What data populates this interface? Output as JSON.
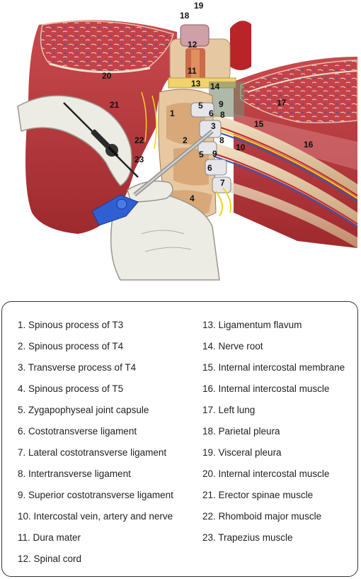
{
  "illustration": {
    "labels": [
      {
        "id": "n1",
        "text": "1"
      },
      {
        "id": "n2",
        "text": "2"
      },
      {
        "id": "n3",
        "text": "3"
      },
      {
        "id": "n4",
        "text": "4"
      },
      {
        "id": "n5a",
        "text": "5"
      },
      {
        "id": "n5b",
        "text": "5"
      },
      {
        "id": "n6a",
        "text": "6"
      },
      {
        "id": "n6b",
        "text": "6"
      },
      {
        "id": "n7",
        "text": "7"
      },
      {
        "id": "n8a",
        "text": "8"
      },
      {
        "id": "n8b",
        "text": "8"
      },
      {
        "id": "n9a",
        "text": "9"
      },
      {
        "id": "n9b",
        "text": "9"
      },
      {
        "id": "n10",
        "text": "10"
      },
      {
        "id": "n11",
        "text": "11"
      },
      {
        "id": "n12",
        "text": "12"
      },
      {
        "id": "n13",
        "text": "13"
      },
      {
        "id": "n14",
        "text": "14"
      },
      {
        "id": "n15",
        "text": "15"
      },
      {
        "id": "n16",
        "text": "16"
      },
      {
        "id": "n17",
        "text": "17"
      },
      {
        "id": "n18",
        "text": "18"
      },
      {
        "id": "n19",
        "text": "19"
      },
      {
        "id": "n20",
        "text": "20"
      },
      {
        "id": "n21",
        "text": "21"
      },
      {
        "id": "n22",
        "text": "22"
      },
      {
        "id": "n23",
        "text": "23"
      }
    ],
    "colors": {
      "muscle": "#b8383a",
      "muscle_dark": "#8e2326",
      "bone": "#e6c9a3",
      "nerve": "#f2d21a",
      "artery": "#c8262c",
      "vein": "#3a55b4",
      "glove": "#ecebe4",
      "lung": "#d77b7f"
    }
  },
  "legend": {
    "left": [
      "1. Spinous process of T3",
      "2. Spinous process of T4",
      "3. Transverse process of T4",
      "4. Spinous process of T5",
      "5. Zygapophyseal joint capsule",
      "6. Costotransverse ligament",
      "7. Lateral costotransverse ligament",
      "8. Intertransverse ligament",
      "9. Superior costotransverse ligament",
      "10. Intercostal vein, artery and nerve",
      "11. Dura mater",
      "12. Spinal cord"
    ],
    "right": [
      "13. Ligamentum flavum",
      "14. Nerve root",
      "15. Internal intercostal membrane",
      "16. Internal intercostal muscle",
      "17. Left lung",
      "18. Parietal pleura",
      "19. Visceral pleura",
      "20. Internal intercostal muscle",
      "21. Erector spinae muscle",
      "22. Rhomboid major muscle",
      "23. Trapezius muscle"
    ]
  }
}
